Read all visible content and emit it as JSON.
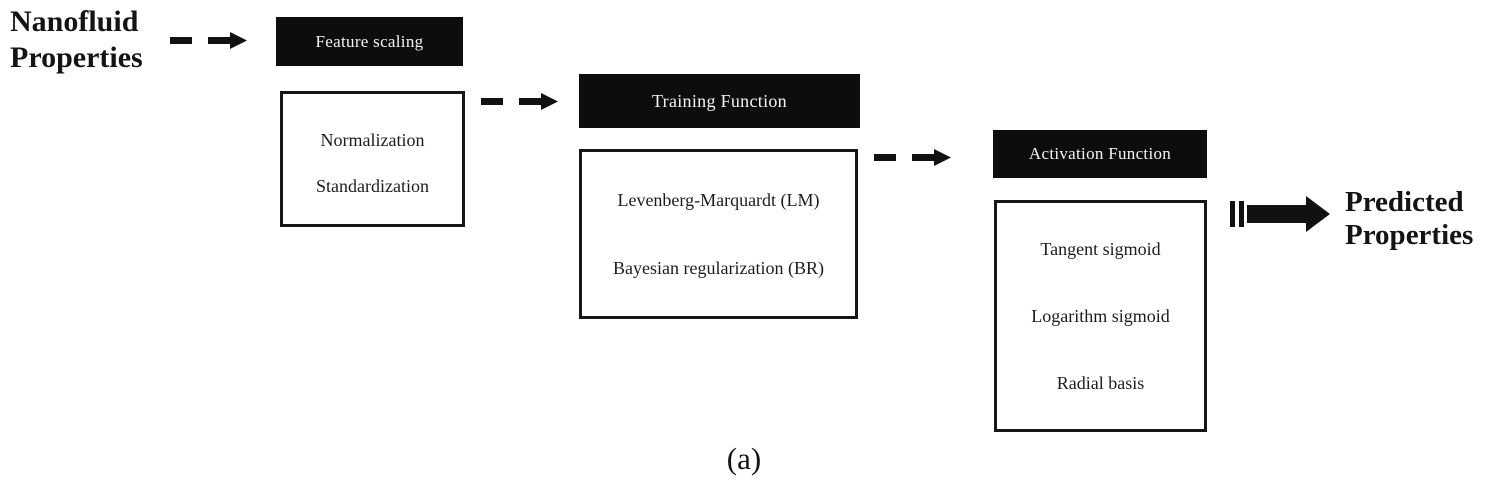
{
  "diagram": {
    "input_label": "Nanofluid\nProperties",
    "output_label": "Predicted\nProperties",
    "caption": "(a)",
    "stages": [
      {
        "header": "Feature scaling",
        "items": [
          "Normalization",
          "Standardization"
        ]
      },
      {
        "header": "Training Function",
        "items": [
          "Levenberg-Marquardt (LM)",
          "Bayesian regularization (BR)"
        ]
      },
      {
        "header": "Activation Function",
        "items": [
          "Tangent sigmoid",
          "Logarithm sigmoid",
          "Radial basis"
        ]
      }
    ],
    "icons": {
      "dashed_arrow": "dashed-arrow-icon",
      "striped_arrow": "striped-arrow-icon"
    },
    "colors": {
      "header_bg": "#0d0d0d",
      "header_text": "#f4f4f4",
      "box_border": "#161616",
      "arrow": "#111111",
      "background": "#ffffff"
    }
  }
}
